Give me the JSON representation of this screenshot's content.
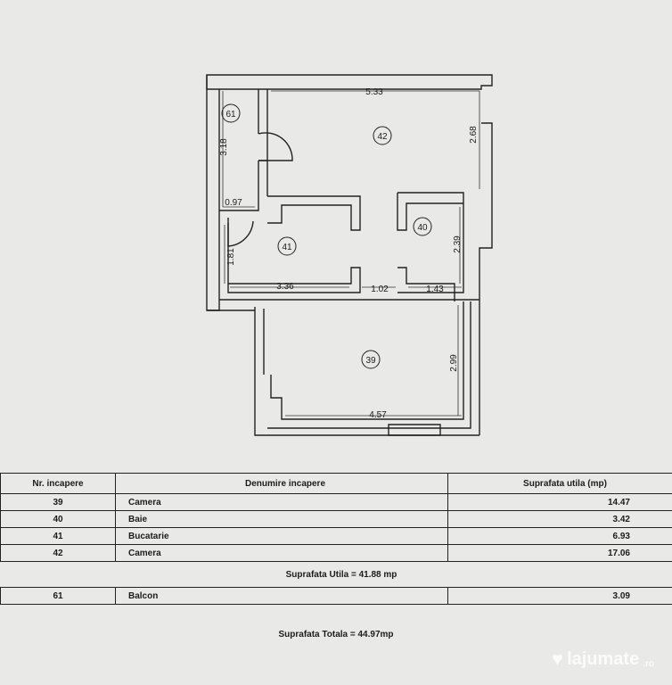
{
  "plan": {
    "rooms": [
      {
        "id": "61"
      },
      {
        "id": "42"
      },
      {
        "id": "41"
      },
      {
        "id": "40"
      },
      {
        "id": "39"
      }
    ],
    "dimensions": [
      "5.33",
      "3.18",
      "2.68",
      "0.97",
      "1.81",
      "2.39",
      "3.36",
      "1.02",
      "1.43",
      "2.99",
      "4.57"
    ]
  },
  "table": {
    "headers": [
      "Nr. incapere",
      "Denumire incapere",
      "Suprafata utila (mp)"
    ],
    "rows": [
      {
        "nr": "39",
        "name": "Camera",
        "area": "14.47"
      },
      {
        "nr": "40",
        "name": "Baie",
        "area": "3.42"
      },
      {
        "nr": "41",
        "name": "Bucatarie",
        "area": "6.93"
      },
      {
        "nr": "42",
        "name": "Camera",
        "area": "17.06"
      }
    ],
    "summary_useful": "Suprafata Utila = 41.88 mp",
    "balcony_row": {
      "nr": "61",
      "name": "Balcon",
      "area": "3.09"
    },
    "summary_total": "Suprafata Totala = 44.97mp"
  },
  "watermark": {
    "text": "lajumate",
    "suffix": ".ro"
  }
}
